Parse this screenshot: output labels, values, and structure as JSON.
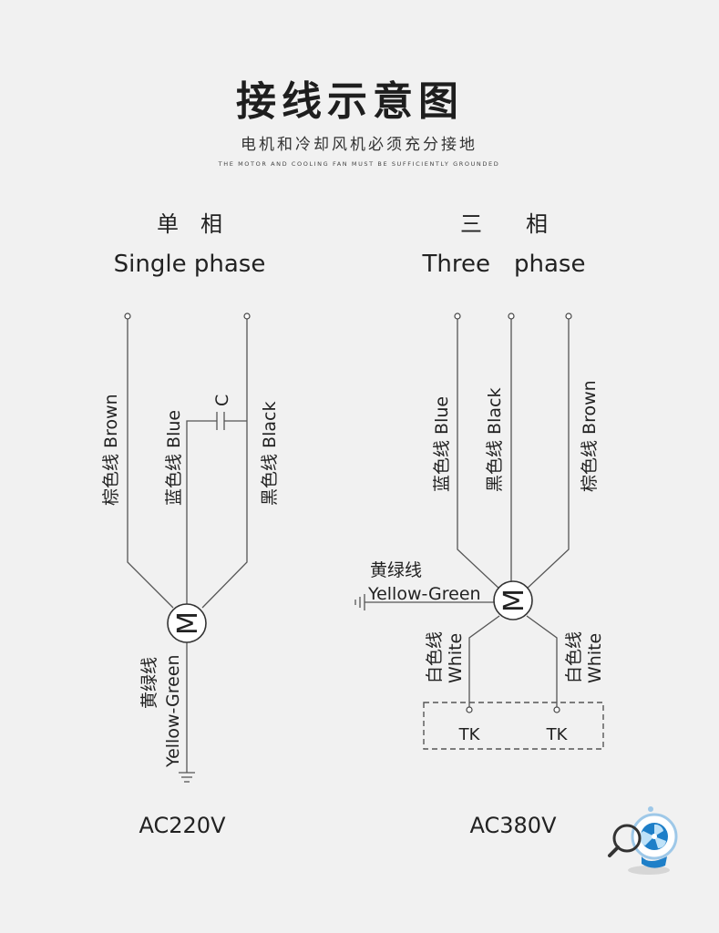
{
  "header": {
    "title": "接线示意图",
    "subtitle_cn": "电机和冷却风机必须充分接地",
    "subtitle_en": "THE MOTOR AND COOLING FAN MUST BE SUFFICIENTLY GROUNDED"
  },
  "single": {
    "heading_cn": "单　相",
    "heading_en": "Single phase",
    "wire_brown": "棕色线 Brown",
    "wire_blue": "蓝色线 Blue",
    "wire_black": "黑色线 Black",
    "capacitor": "C",
    "ground_cn": "黄绿线",
    "ground_en": "Yellow-Green",
    "motor": "M",
    "voltage": "AC220V"
  },
  "three": {
    "heading_cn": "三　　相",
    "heading_en": "Three　phase",
    "wire_blue": "蓝色线 Blue",
    "wire_black": "黑色线 Black",
    "wire_brown": "棕色线 Brown",
    "ground_cn": "黄绿线",
    "ground_en": "Yellow-Green",
    "white_left_cn": "白色线",
    "white_left_en": "White",
    "white_right_cn": "白色线",
    "white_right_en": "White",
    "tk_left": "TK",
    "tk_right": "TK",
    "motor": "M",
    "voltage": "AC380V"
  },
  "colors": {
    "background": "#f1f1f1",
    "accent_blue": "#1e7fc8"
  }
}
